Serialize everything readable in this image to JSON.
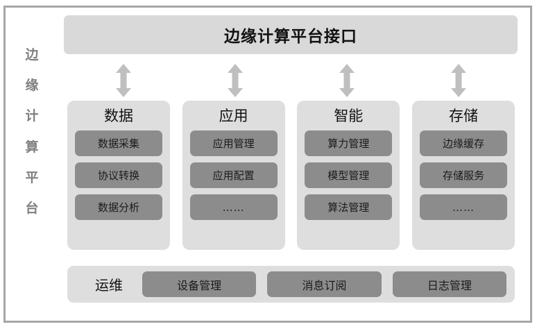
{
  "diagram": {
    "title": "边缘计算平台接口",
    "side_label": "边缘计算平台",
    "side_label_chars": [
      "边",
      "缘",
      "计",
      "算",
      "平",
      "台"
    ]
  },
  "colors": {
    "frame_border": "#a6a6a6",
    "banner_bg": "#d9d9d9",
    "panel_bg": "#dedede",
    "chip_bg": "#8c8c8c",
    "arrow": "#bfbfbf",
    "text_dark": "#111111",
    "text_side": "#808080",
    "page_bg": "#ffffff"
  },
  "connectors": [
    {
      "name": "arrow-data",
      "icon": "double-arrow-vertical-icon"
    },
    {
      "name": "arrow-application",
      "icon": "double-arrow-vertical-icon"
    },
    {
      "name": "arrow-intelligence",
      "icon": "double-arrow-vertical-icon"
    },
    {
      "name": "arrow-storage",
      "icon": "double-arrow-vertical-icon"
    }
  ],
  "columns": [
    {
      "key": "data",
      "title": "数据",
      "items": [
        "数据采集",
        "协议转换",
        "数据分析"
      ]
    },
    {
      "key": "application",
      "title": "应用",
      "items": [
        "应用管理",
        "应用配置",
        "……"
      ]
    },
    {
      "key": "intelligence",
      "title": "智能",
      "items": [
        "算力管理",
        "模型管理",
        "算法管理"
      ]
    },
    {
      "key": "storage",
      "title": "存储",
      "items": [
        "边缘缓存",
        "存储服务",
        "……"
      ]
    }
  ],
  "ops": {
    "title": "运维",
    "items": [
      "设备管理",
      "消息订阅",
      "日志管理"
    ]
  }
}
